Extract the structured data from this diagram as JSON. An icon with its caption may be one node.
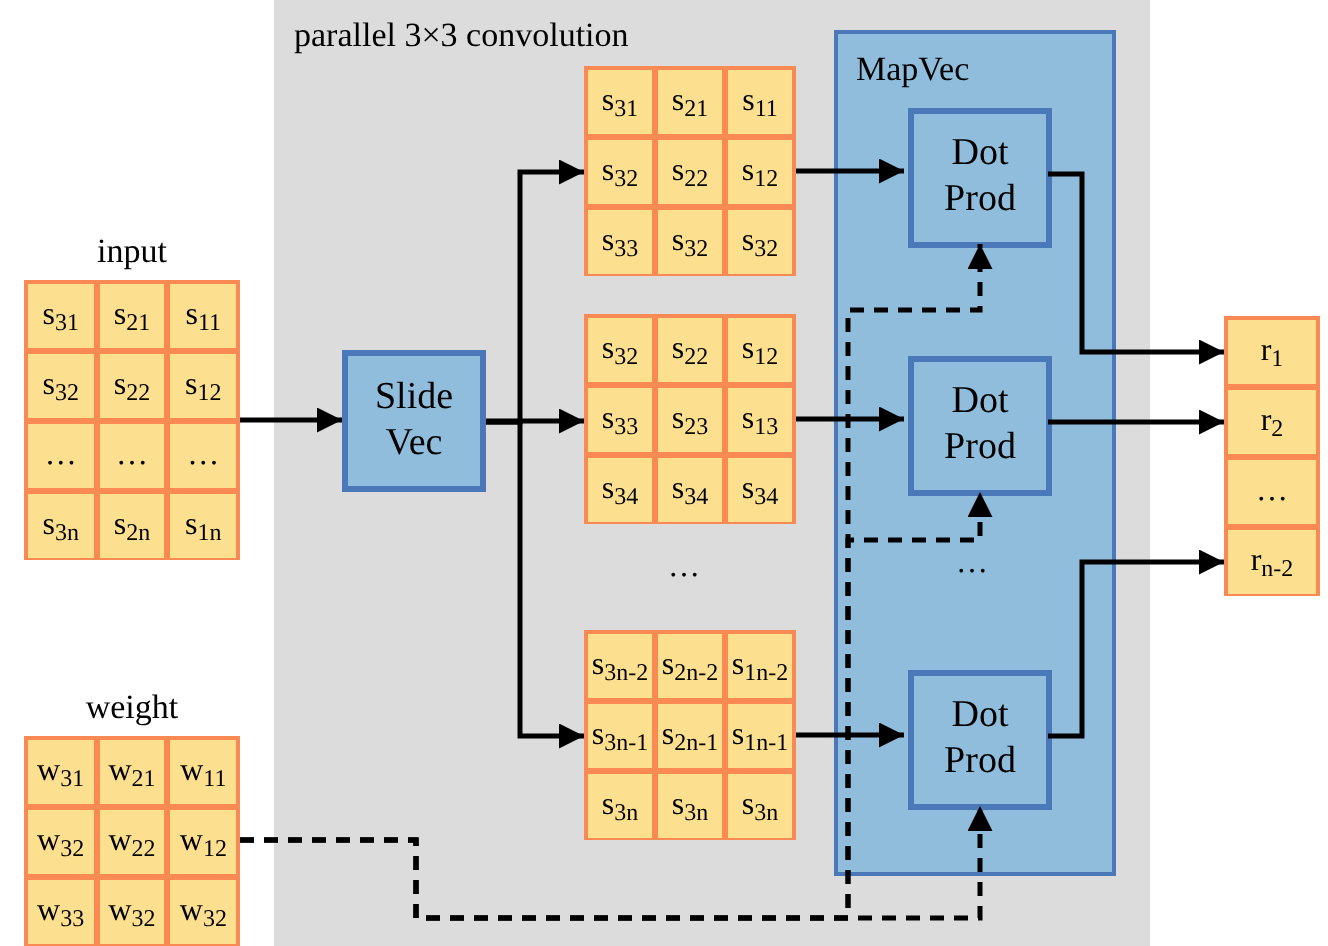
{
  "diagram": {
    "nodes": [
      {
        "text": [
          "parallel 3×3 convolution"
        ]
      },
      {
        "text": [
          "input",
          "s$_{31}$",
          "s$_{21}$",
          "s$_{11}$",
          "s$_{32}$",
          "s$_{22}$",
          "s$_{12}$",
          "…",
          "…",
          "…",
          "s$_{3n}$",
          "s$_{2n}$",
          "s$_{1n}$"
        ]
      },
      {
        "text": [
          "Slide Vec"
        ],
        "in": 0
      },
      {
        "text": [
          "s$_{31}$",
          "s$_{21}$",
          "s$_{11}$",
          "s$_{32}$",
          "s$_{22}$",
          "s$_{12}$",
          "s$_{33}$",
          "s$_{32}$",
          "s$_{32}$"
        ],
        "in": 0
      },
      {
        "text": [
          "s$_{32}$",
          "s$_{22}$",
          "s$_{12}$",
          "s$_{33}$",
          "s$_{23}$",
          "s$_{13}$",
          "s$_{34}$",
          "s$_{34}$",
          "s$_{34}$"
        ],
        "in": 0
      },
      {
        "text": [
          "s$_{3n-2}$",
          "s$_{2n-2}$",
          "s$_{1n-2}$",
          "s$_{3n-1}$",
          "s$_{2n-1}$",
          "s$_{1n-1}$",
          "s$_{3n}$",
          "s$_{3n}$",
          "s$_{3n}$"
        ],
        "in": 0
      },
      {
        "text": [
          "MapVec"
        ],
        "in": 0
      },
      {
        "text": [
          "Dot Prod"
        ],
        "in": 6
      },
      {
        "text": [
          "Dot Prod"
        ],
        "in": 6
      },
      {
        "text": [
          "Dot Prod"
        ],
        "in": 6
      },
      {
        "text": [
          "r$_{1}$",
          "r$_{2}$",
          "…",
          "r$_{n-2}$"
        ]
      },
      {
        "text": [
          "weight",
          "w$_{31}$",
          "w$_{21}$",
          "w$_{11}$",
          "w$_{32}$",
          "w$_{22}$",
          "w$_{12}$",
          "w$_{33}$",
          "w$_{32}$",
          "w$_{32}$"
        ]
      }
    ],
    "edges": [
      {
        "from": 1,
        "to": 2,
        "arrow": "to"
      },
      {
        "from": 2,
        "to": 3,
        "arrow": "to"
      },
      {
        "from": 2,
        "to": 4,
        "arrow": "to"
      },
      {
        "from": 2,
        "to": 5,
        "arrow": "to"
      },
      {
        "from": 3,
        "to": 7,
        "arrow": "to"
      },
      {
        "from": 4,
        "to": 8,
        "arrow": "to"
      },
      {
        "from": 5,
        "to": 9,
        "arrow": "to"
      },
      {
        "from": 7,
        "to": 10,
        "arrow": "to"
      },
      {
        "from": 8,
        "to": 10,
        "arrow": "to"
      },
      {
        "from": 9,
        "to": 10,
        "arrow": "to"
      },
      {
        "from": 11,
        "to": 7,
        "arrow": "to",
        "style": "dashed"
      },
      {
        "from": 11,
        "to": 8,
        "arrow": "to",
        "style": "dashed"
      },
      {
        "from": 11,
        "to": 9,
        "arrow": "to",
        "style": "dashed"
      }
    ],
    "labels": [
      "…",
      "…"
    ]
  }
}
